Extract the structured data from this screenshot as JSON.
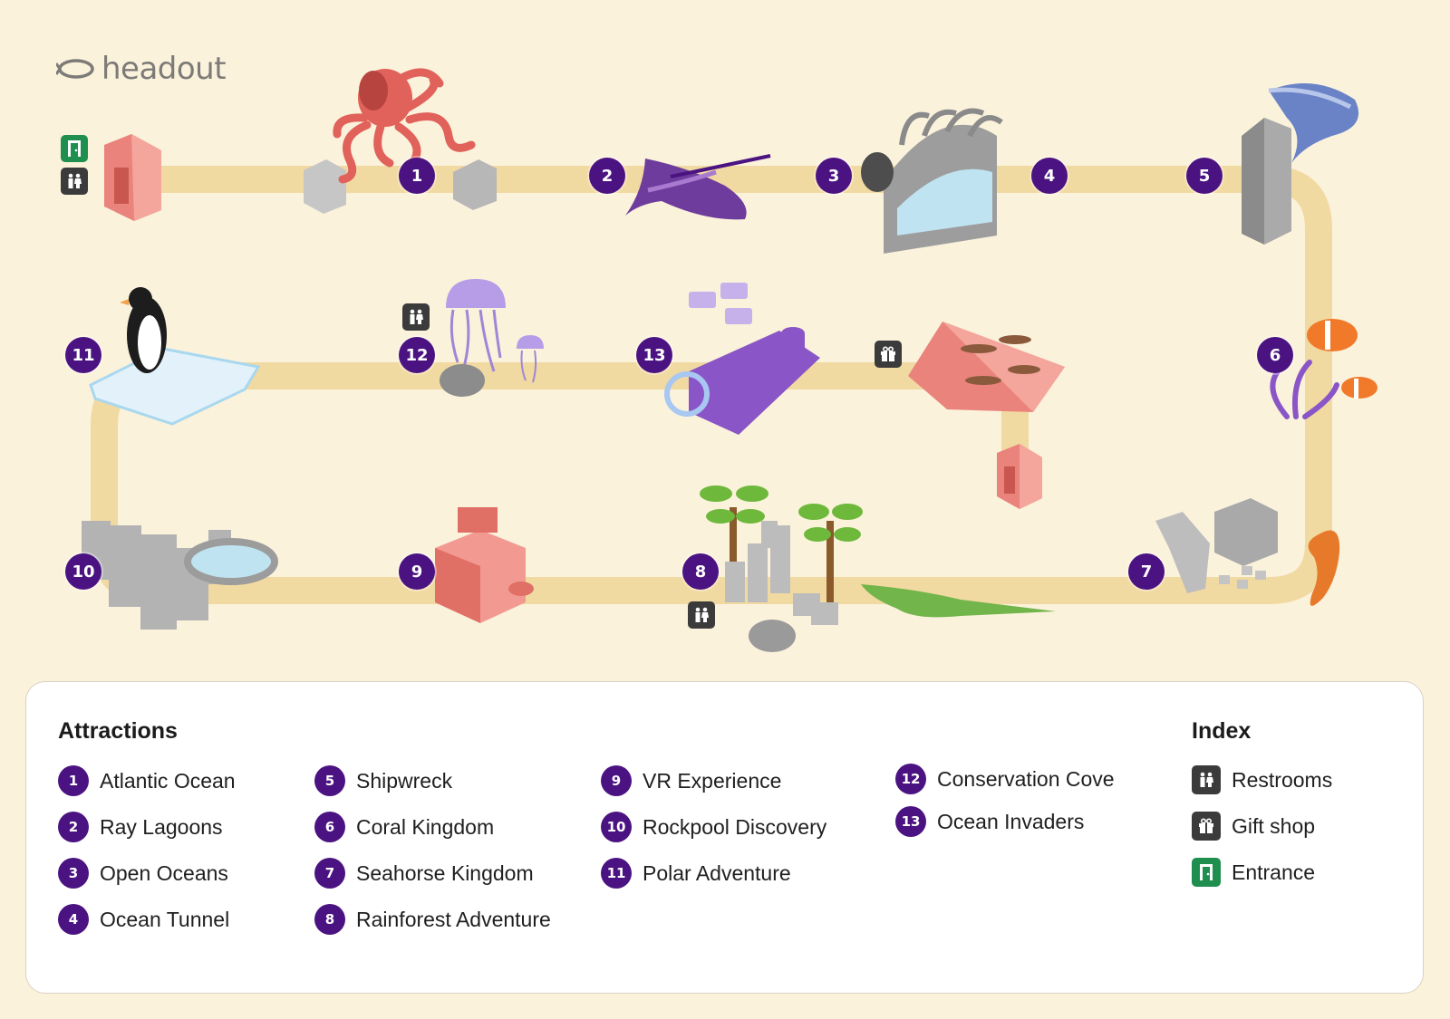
{
  "brand": {
    "name": "headout"
  },
  "map": {
    "pins": [
      "1",
      "2",
      "3",
      "4",
      "5",
      "6",
      "7",
      "8",
      "9",
      "10",
      "11",
      "12",
      "13"
    ]
  },
  "legend": {
    "attractions_title": "Attractions",
    "index_title": "Index",
    "attractions": [
      {
        "num": "1",
        "name": "Atlantic Ocean"
      },
      {
        "num": "2",
        "name": "Ray Lagoons"
      },
      {
        "num": "3",
        "name": "Open Oceans"
      },
      {
        "num": "4",
        "name": "Ocean Tunnel"
      },
      {
        "num": "5",
        "name": "Shipwreck"
      },
      {
        "num": "6",
        "name": "Coral Kingdom"
      },
      {
        "num": "7",
        "name": "Seahorse Kingdom"
      },
      {
        "num": "8",
        "name": "Rainforest Adventure"
      },
      {
        "num": "9",
        "name": "VR Experience"
      },
      {
        "num": "10",
        "name": "Rockpool Discovery"
      },
      {
        "num": "11",
        "name": "Polar Adventure"
      },
      {
        "num": "12",
        "name": "Conservation Cove"
      },
      {
        "num": "13",
        "name": "Ocean Invaders"
      }
    ],
    "index": [
      {
        "icon": "restroom-icon",
        "label": "Restrooms"
      },
      {
        "icon": "gift-icon",
        "label": "Gift shop"
      },
      {
        "icon": "entrance-door-icon",
        "label": "Entrance"
      }
    ]
  },
  "colors": {
    "background": "#fbf2dc",
    "path": "#f1d9a2",
    "pin": "#4b1381",
    "entrance": "#1e8f4f",
    "amenity": "#3b3b3b"
  }
}
